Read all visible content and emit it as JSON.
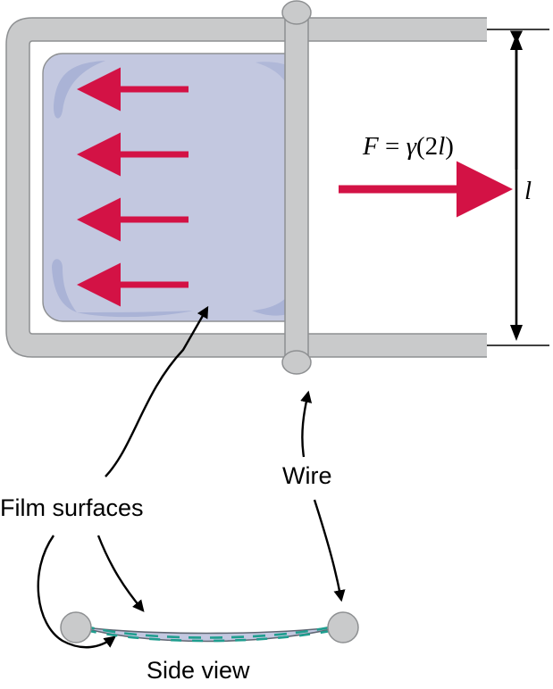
{
  "figure": {
    "title_labels": {
      "film_surfaces": "Film surfaces",
      "wire": "Wire",
      "side_view": "Side view"
    },
    "force_equation": {
      "f_symbol": "F",
      "equals": "=",
      "gamma": "γ",
      "expression": "(2",
      "length_symbol": "l",
      "close": ")"
    },
    "dimension_label": "l",
    "colors": {
      "frame_gray": "#c9cacb",
      "frame_outline": "#8e9092",
      "film_fill": "#c3c8e0",
      "film_highlight": "#aab3d6",
      "arrow_red": "#d31245",
      "black": "#000000",
      "side_film_teal": "#1f9e8f"
    },
    "arrows": {
      "inward_count": 4,
      "inward_direction": "left",
      "applied_force_direction": "right"
    }
  }
}
